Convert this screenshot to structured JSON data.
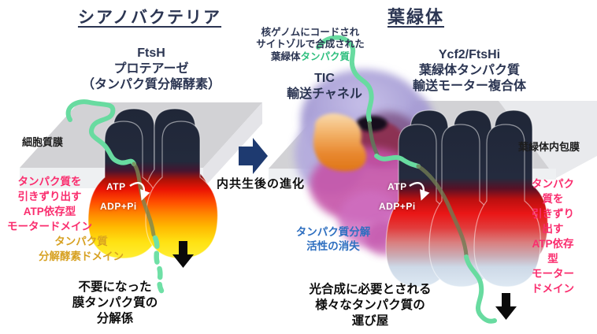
{
  "colors": {
    "navy": "#2b3552",
    "pink": "#fa2d6e",
    "gold": "#d7a122",
    "blue": "#2e6fc0",
    "green-thread": "#68dba0",
    "green-text": "#2fbf7f",
    "arrow-navy": "#1e3a70",
    "membrane-gray": "#d2d2d5"
  },
  "left": {
    "title": "シアノバクテリア",
    "complex_name": "FtsH\nプロテアーゼ\n（タンパク質分解酵素）",
    "membrane_label": "細胞質膜",
    "atp": "ATP",
    "adp": "ADP+Pi",
    "motor_domain": "タンパク質を\n引きずり出す\nATP依存型\nモータードメイン",
    "protease_domain": "タンパク質\n分解酵素ドメイン",
    "caption": "不要になった\n膜タンパク質の\n分解係"
  },
  "center": {
    "evolution": "内共生後の進化"
  },
  "right": {
    "title": "葉緑体",
    "imported_protein_prefix": "核ゲノムにコードされ\nサイトゾルで合成された\n葉緑体",
    "imported_protein_highlight": "タンパク質",
    "tic_channel": "TIC\n輸送チャネル",
    "complex_name": "Ycf2/FtsHi\n葉緑体タンパク質\n輸送モーター複合体",
    "membrane_label": "葉緑体内包膜",
    "atp": "ATP",
    "adp": "ADP+Pi",
    "protease_loss": "タンパク質分解\n活性の消失",
    "motor_domain": "タンパク質を\n引きずり出す\nATP依存型\nモータードメイン",
    "caption": "光合成に必要とされる\n様々なタンパク質の\n運び屋"
  }
}
